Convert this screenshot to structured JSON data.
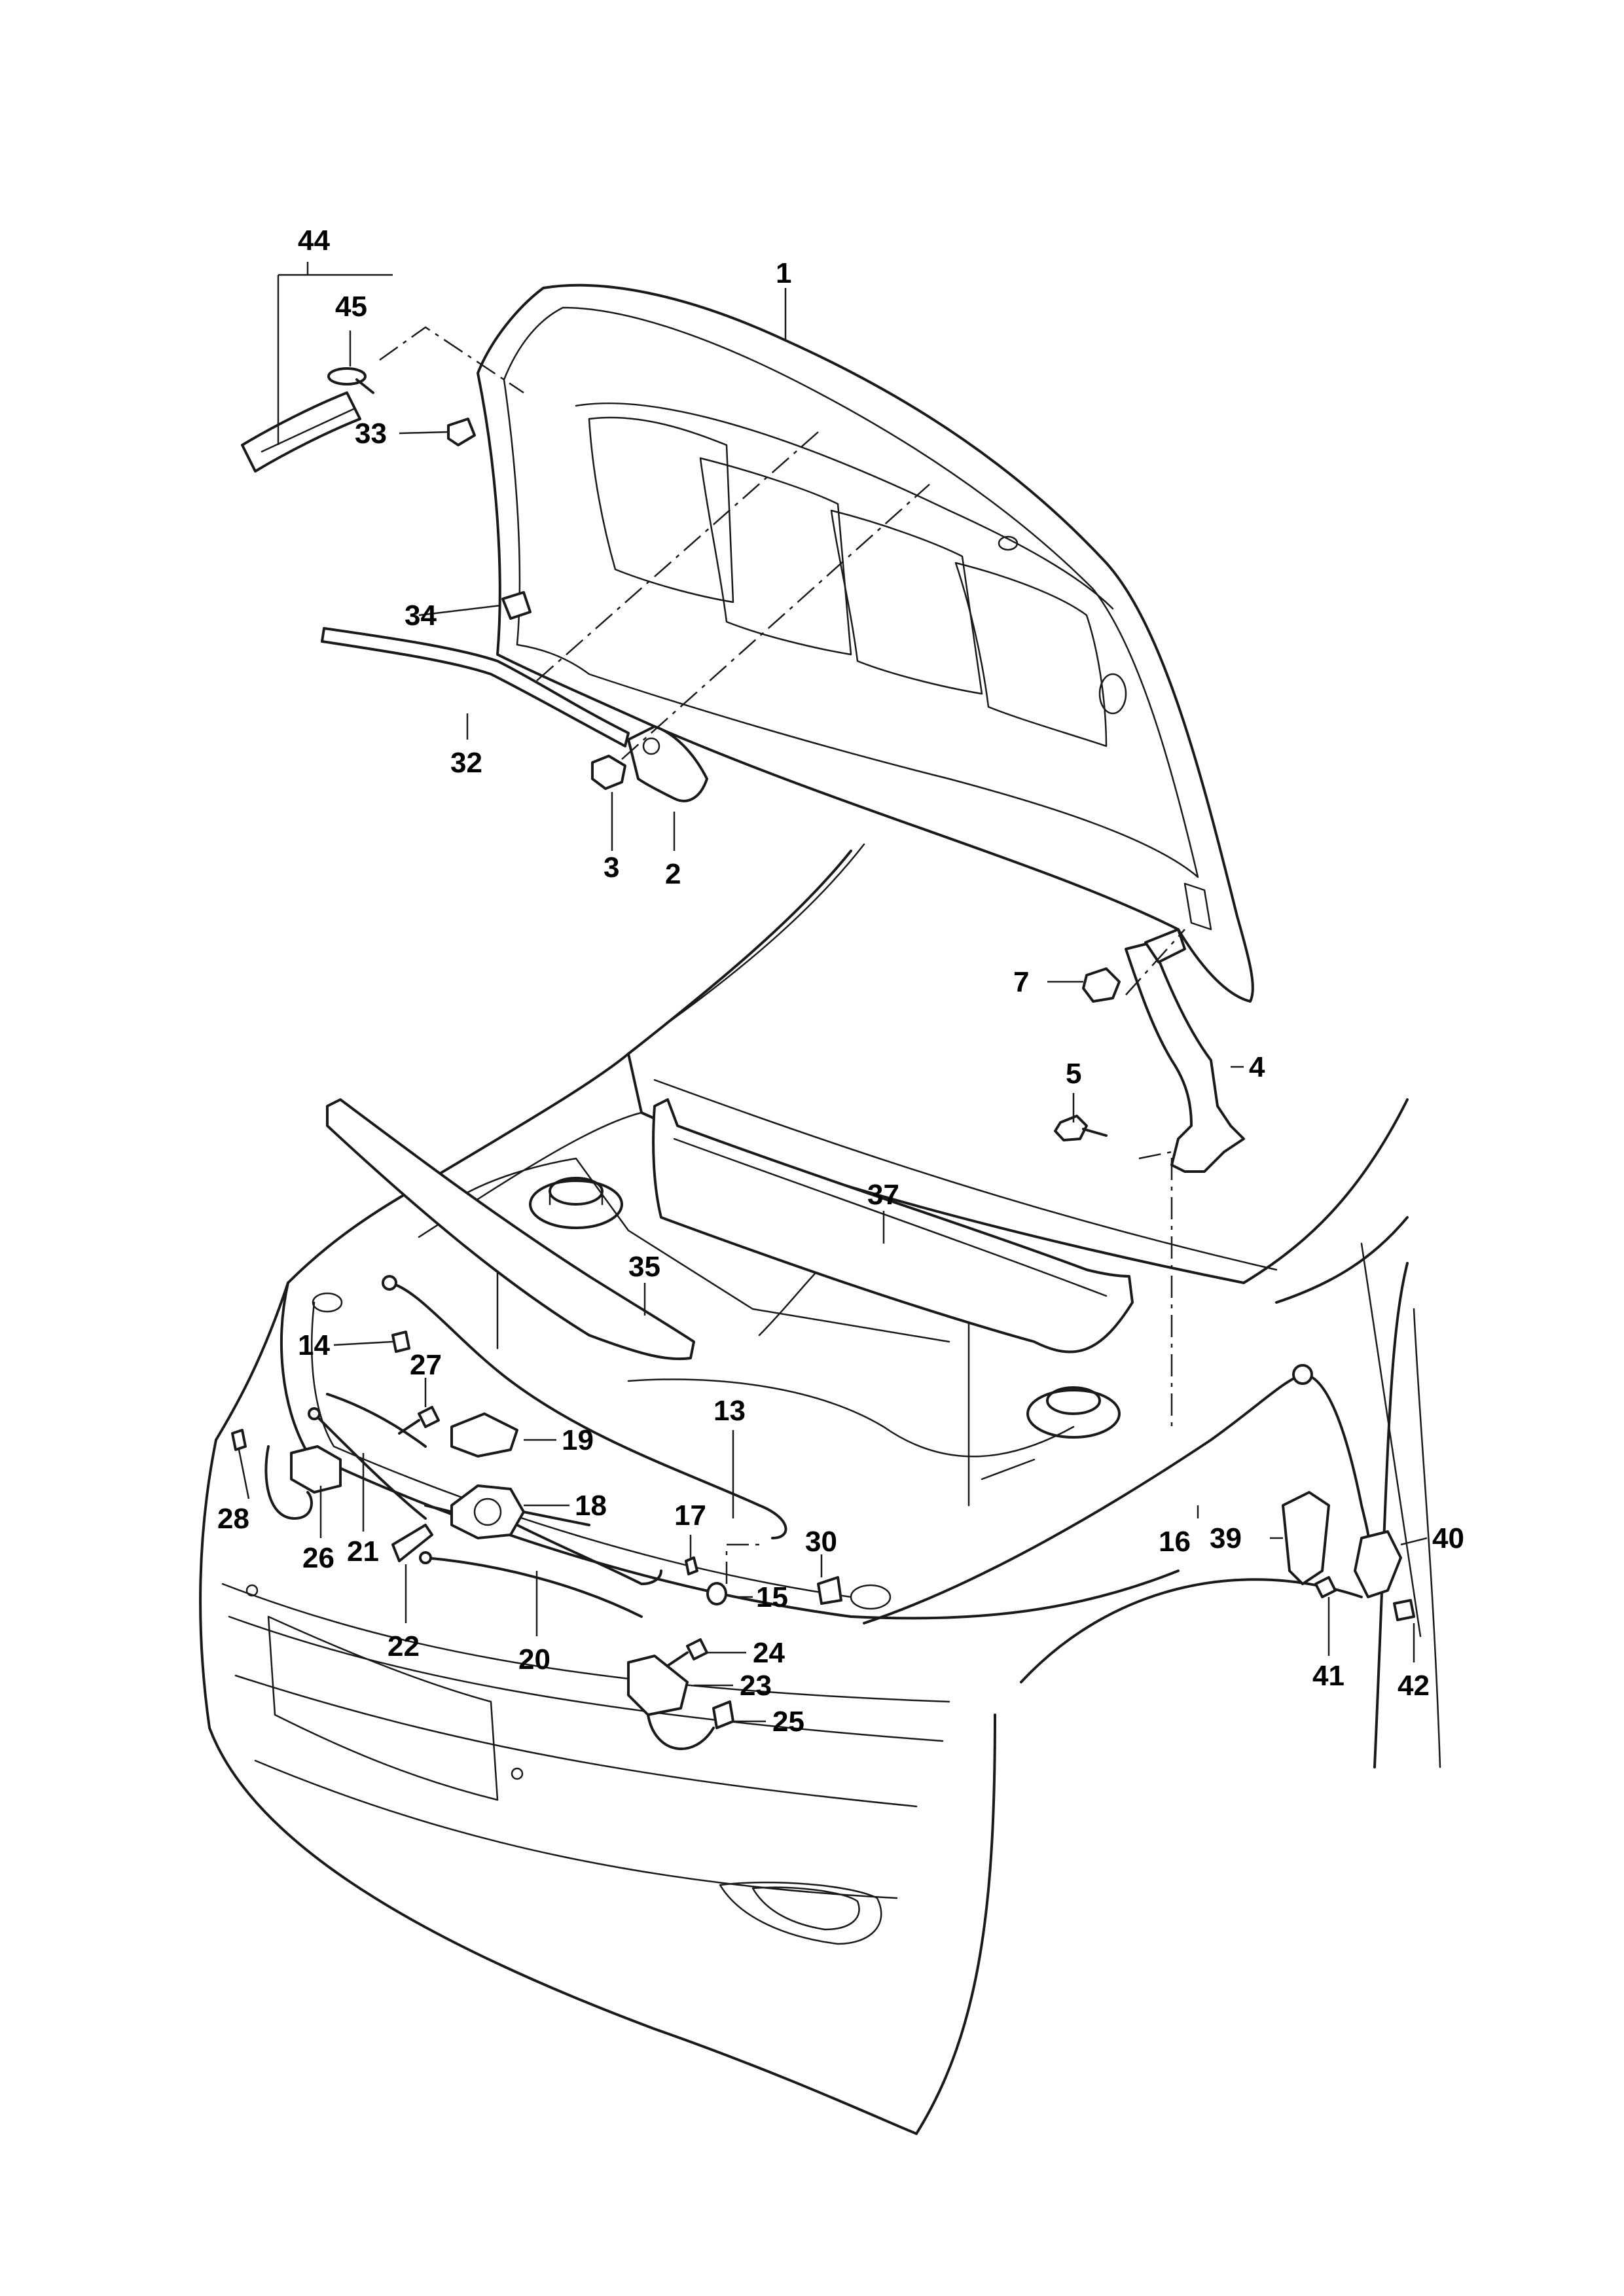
{
  "diagram": {
    "background": "#ffffff",
    "line_color": "#1a1a1a",
    "callouts": [
      {
        "id": "1",
        "label": "1"
      },
      {
        "id": "2",
        "label": "2"
      },
      {
        "id": "3",
        "label": "3"
      },
      {
        "id": "4",
        "label": "4"
      },
      {
        "id": "5",
        "label": "5"
      },
      {
        "id": "7",
        "label": "7"
      },
      {
        "id": "13",
        "label": "13"
      },
      {
        "id": "14",
        "label": "14"
      },
      {
        "id": "15",
        "label": "15"
      },
      {
        "id": "16",
        "label": "16"
      },
      {
        "id": "17",
        "label": "17"
      },
      {
        "id": "18",
        "label": "18"
      },
      {
        "id": "19",
        "label": "19"
      },
      {
        "id": "20",
        "label": "20"
      },
      {
        "id": "21",
        "label": "21"
      },
      {
        "id": "22",
        "label": "22"
      },
      {
        "id": "23",
        "label": "23"
      },
      {
        "id": "24",
        "label": "24"
      },
      {
        "id": "25",
        "label": "25"
      },
      {
        "id": "26",
        "label": "26"
      },
      {
        "id": "27",
        "label": "27"
      },
      {
        "id": "28",
        "label": "28"
      },
      {
        "id": "30",
        "label": "30"
      },
      {
        "id": "32",
        "label": "32"
      },
      {
        "id": "33",
        "label": "33"
      },
      {
        "id": "34",
        "label": "34"
      },
      {
        "id": "35",
        "label": "35"
      },
      {
        "id": "37",
        "label": "37"
      },
      {
        "id": "39",
        "label": "39"
      },
      {
        "id": "40",
        "label": "40"
      },
      {
        "id": "41",
        "label": "41"
      },
      {
        "id": "42",
        "label": "42"
      },
      {
        "id": "44",
        "label": "44"
      },
      {
        "id": "45",
        "label": "45"
      }
    ]
  }
}
